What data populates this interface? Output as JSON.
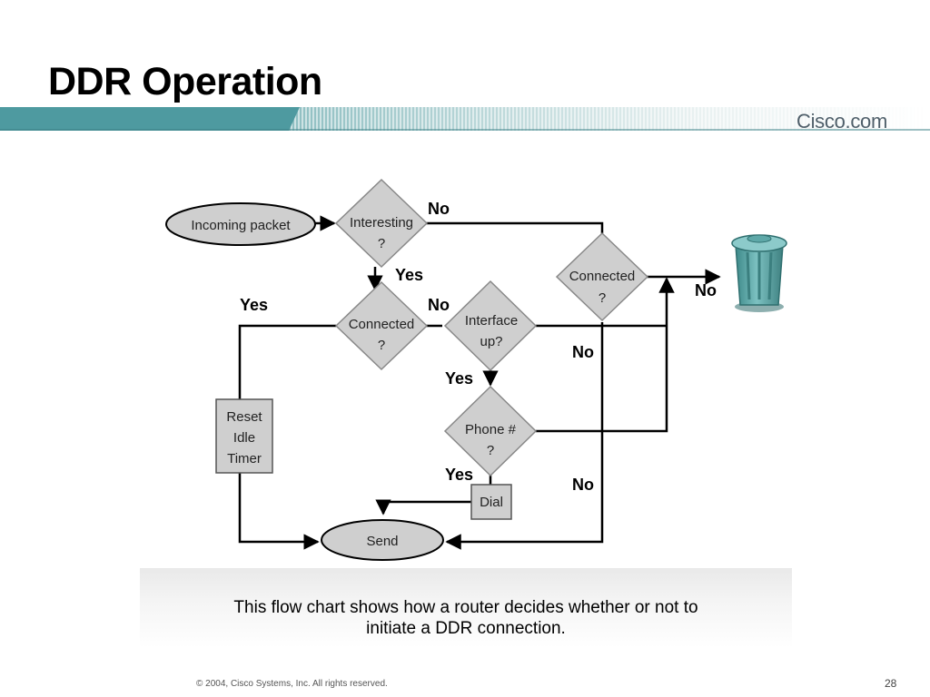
{
  "slide": {
    "title": "DDR Operation",
    "brand": "Cisco.com",
    "page_number": "28",
    "copyright": "© 2004, Cisco Systems, Inc. All rights reserved."
  },
  "flowchart": {
    "nodes": {
      "incoming_packet": "Incoming packet",
      "interesting": [
        "Interesting",
        "?"
      ],
      "connected_top": [
        "Connected",
        "?"
      ],
      "connected_mid": [
        "Connected",
        "?"
      ],
      "interface_up": [
        "Interface",
        "up?"
      ],
      "phone": [
        "Phone #",
        "?"
      ],
      "dial": "Dial",
      "reset": [
        "Reset",
        "Idle",
        "Timer"
      ],
      "send": "Send"
    },
    "edges": {
      "interesting_no": "No",
      "interesting_yes": "Yes",
      "connected_top_no": "No",
      "connected_mid_yes": "Yes",
      "connected_mid_no": "No",
      "interface_no": "No",
      "interface_yes": "Yes",
      "phone_yes": "Yes",
      "phone_no": "No"
    }
  },
  "caption": [
    "This flow chart shows how a router decides whether or not to",
    "initiate a DDR connection."
  ],
  "colors": {
    "accent_teal": "#4e9aa0",
    "node_fill": "#cfcfcf",
    "trash_can": "#5aa3a3"
  }
}
